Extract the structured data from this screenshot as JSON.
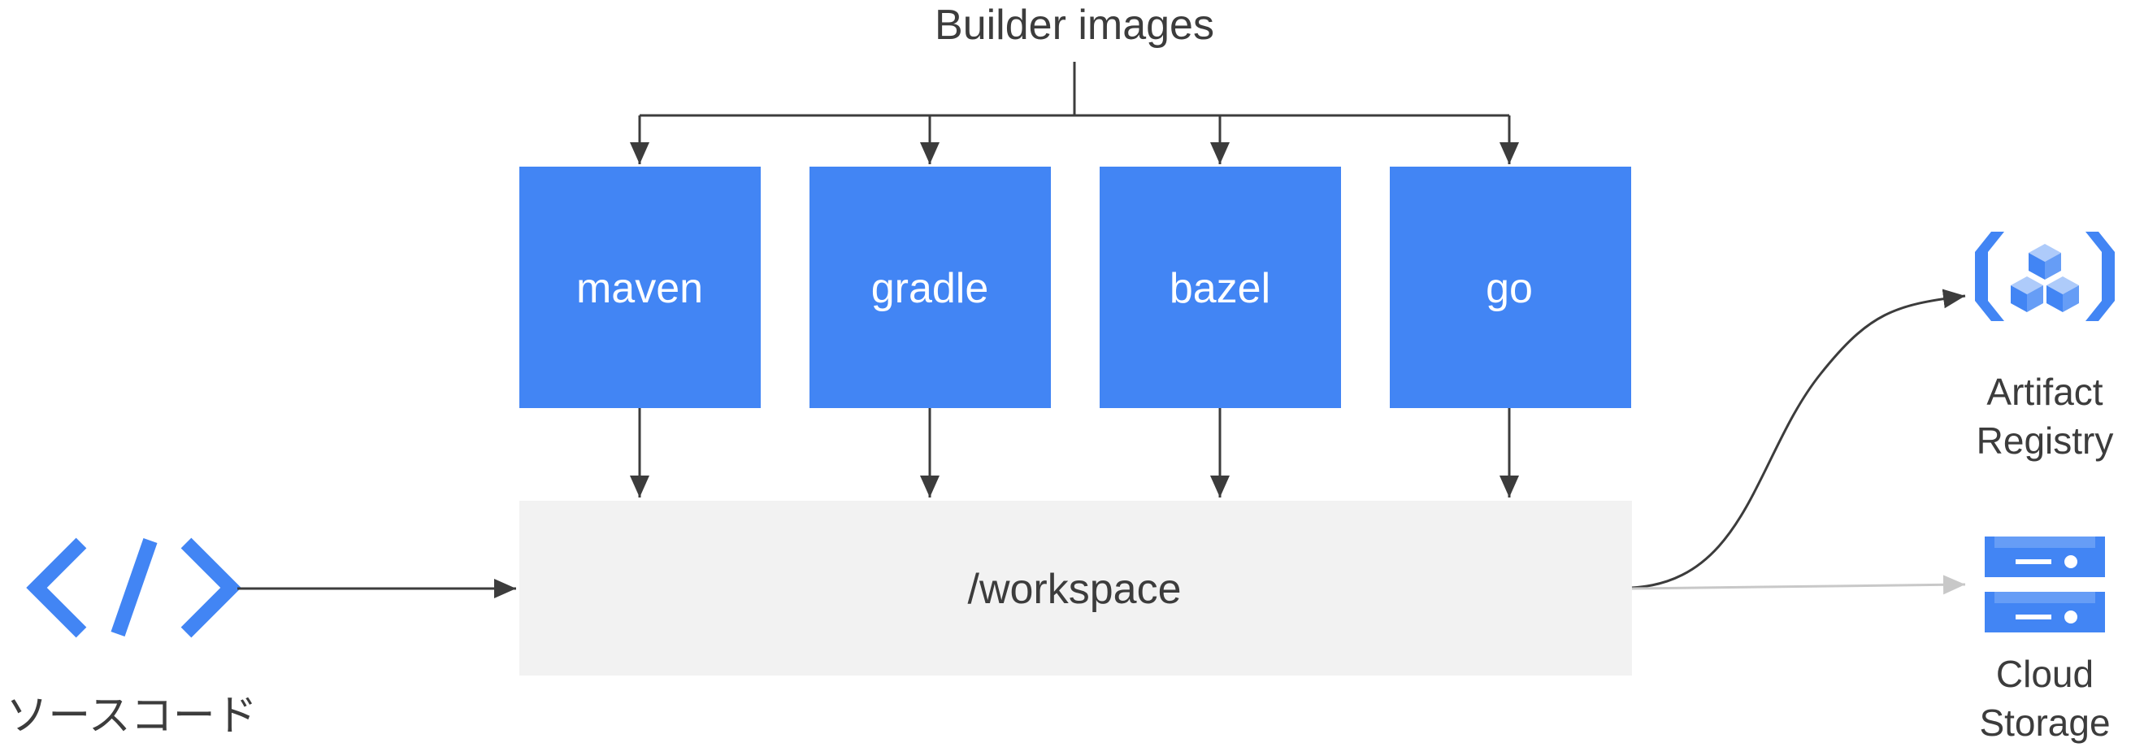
{
  "header": {
    "title": "Builder images"
  },
  "builders": [
    {
      "label": "maven"
    },
    {
      "label": "gradle"
    },
    {
      "label": "bazel"
    },
    {
      "label": "go"
    }
  ],
  "workspace": {
    "label": "/workspace"
  },
  "source": {
    "label": "ソースコード",
    "icon": "code-brackets-icon"
  },
  "outputs": {
    "artifact_registry": {
      "line1": "Artifact",
      "line2": "Registry",
      "icon": "artifact-registry-icon"
    },
    "cloud_storage": {
      "line1": "Cloud",
      "line2": "Storage",
      "icon": "cloud-storage-icon"
    }
  },
  "colors": {
    "builder_fill": "#4285f4",
    "workspace_fill": "#f2f2f2",
    "text": "#3c3c3c",
    "line": "#3c3c3c",
    "storage_line": "#c8c8c8",
    "icon_blue": "#4285f4",
    "icon_light": "#aecbfa"
  }
}
